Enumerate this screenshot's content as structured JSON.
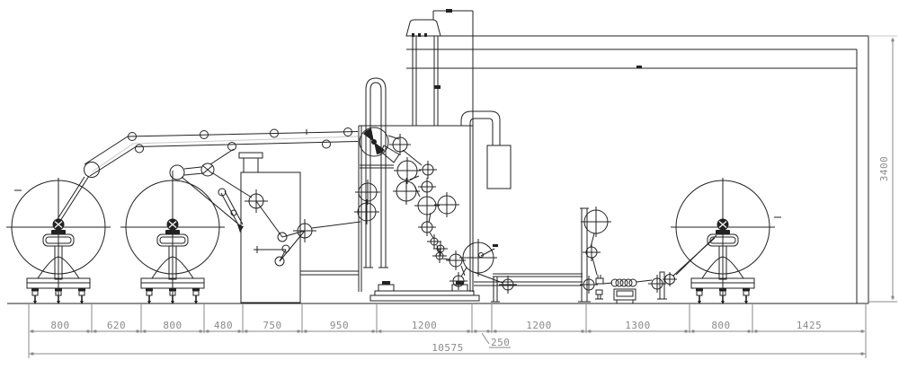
{
  "dimensions": {
    "chain": [
      "800",
      "620",
      "800",
      "480",
      "750",
      "950",
      "1200",
      "1200",
      "1300",
      "800",
      "1425"
    ],
    "narrow": "250",
    "total": "10575",
    "height": "3400"
  },
  "colors": {
    "line": "#222222",
    "dimension": "#8a8a8a",
    "belt_highlight": "#c9c9c9",
    "background": "#ffffff"
  }
}
